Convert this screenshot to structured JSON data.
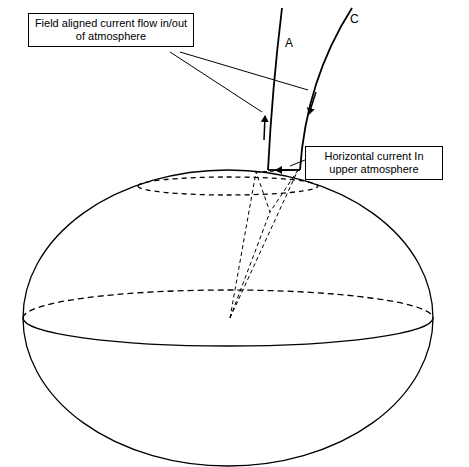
{
  "diagram": {
    "nodes": [
      {
        "text": [
          "Field aligned current flow in/out of atmosphere"
        ]
      },
      {
        "text": [
          "Horizontal current In upper atmosphere"
        ]
      }
    ],
    "labels": [
      "A",
      "C"
    ]
  }
}
